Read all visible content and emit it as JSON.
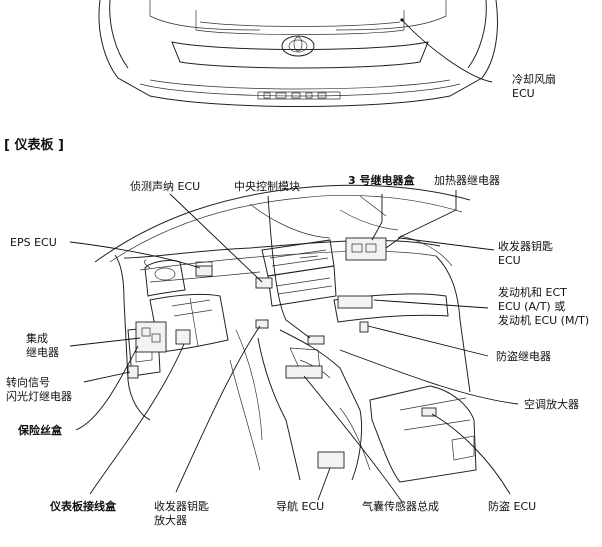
{
  "top_label": {
    "line1": "冷却风扇",
    "line2": "ECU"
  },
  "section_title": "[ 仪表板 ]",
  "labels": {
    "sonar_ecu": "侦测声纳 ECU",
    "central_control": "中央控制模块",
    "relay_box_3": "3 号继电器盒",
    "heater_relay": "加热器继电器",
    "eps_ecu": "EPS ECU",
    "transceiver_key_ecu_1": "收发器钥匙",
    "transceiver_key_ecu_2": "ECU",
    "ect_1": "发动机和 ECT",
    "ect_2": "ECU (A/T) 或",
    "ect_3": "发动机 ECU (M/T)",
    "integrated_relay_1": "集成",
    "integrated_relay_2": "继电器",
    "antitheft_relay": "防盗继电器",
    "turn_signal_1": "转向信号",
    "turn_signal_2": "闪光灯继电器",
    "ac_amp": "空调放大器",
    "fuse_box": "保险丝盒",
    "dash_junction": "仪表板接线盒",
    "key_amp_1": "收发器钥匙",
    "key_amp_2": "放大器",
    "nav_ecu": "导航 ECU",
    "airbag_sensor": "气囊传感器总成",
    "antitheft_ecu": "防盗 ECU"
  },
  "colors": {
    "line": "#222222",
    "background": "#ffffff",
    "part_fill": "#f2f2f2"
  }
}
